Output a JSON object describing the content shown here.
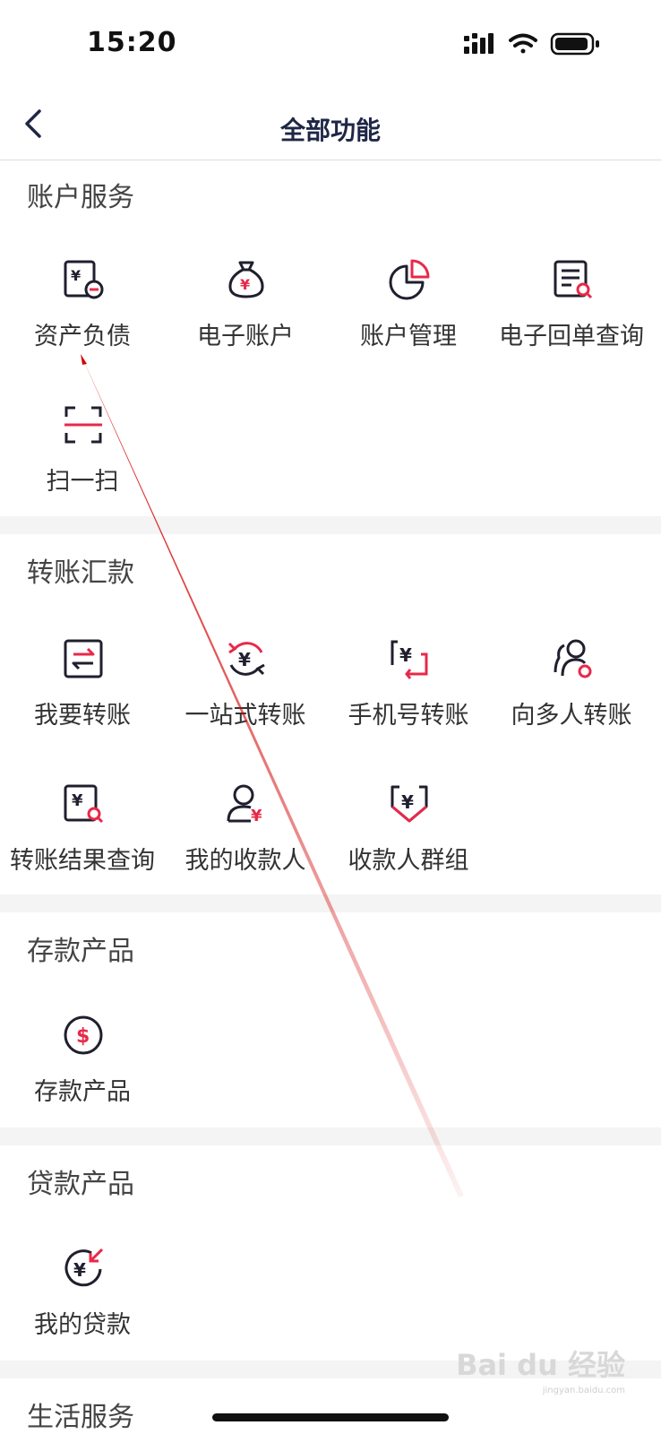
{
  "status_bar": {
    "time": "15:20"
  },
  "nav": {
    "title": "全部功能"
  },
  "sections": [
    {
      "title": "账户服务",
      "items": [
        {
          "label": "资产负债",
          "icon": "asset-liability-icon"
        },
        {
          "label": "电子账户",
          "icon": "money-bag-icon"
        },
        {
          "label": "账户管理",
          "icon": "pie-chart-icon"
        },
        {
          "label": "电子回单查询",
          "icon": "receipt-search-icon"
        },
        {
          "label": "扫一扫",
          "icon": "scan-icon"
        }
      ]
    },
    {
      "title": "转账汇款",
      "items": [
        {
          "label": "我要转账",
          "icon": "transfer-icon"
        },
        {
          "label": "一站式转账",
          "icon": "one-stop-transfer-icon"
        },
        {
          "label": "手机号转账",
          "icon": "phone-transfer-icon"
        },
        {
          "label": "向多人转账",
          "icon": "multi-transfer-icon"
        },
        {
          "label": "转账结果查询",
          "icon": "transfer-result-icon"
        },
        {
          "label": "我的收款人",
          "icon": "payee-icon"
        },
        {
          "label": "收款人群组",
          "icon": "payee-group-icon"
        }
      ]
    },
    {
      "title": "存款产品",
      "items": [
        {
          "label": "存款产品",
          "icon": "deposit-icon"
        }
      ]
    },
    {
      "title": "贷款产品",
      "items": [
        {
          "label": "我的贷款",
          "icon": "loan-icon"
        }
      ]
    },
    {
      "title": "生活服务",
      "items": []
    }
  ],
  "watermark": {
    "text": "Bai du 经验",
    "sub": "jingyan.baidu.com"
  },
  "colors": {
    "accent": "#e8294a",
    "ink": "#1f1f2e"
  }
}
